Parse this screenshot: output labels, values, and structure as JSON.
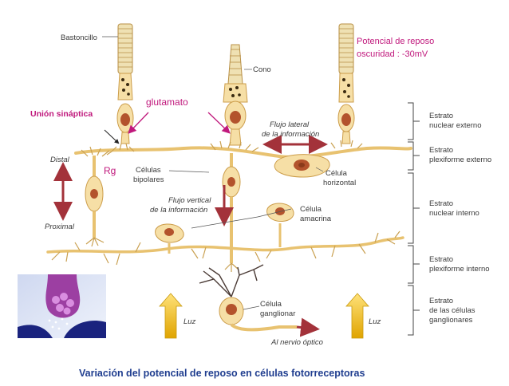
{
  "labels": {
    "rod": "Bastoncillo",
    "cone": "Cono",
    "resting_potential_line1": "Potencial de reposo",
    "resting_potential_line2": "oscuridad : -30mV",
    "glutamate": "glutamato",
    "synaptic_junction": "Unión sináptica",
    "distal": "Distal",
    "proximal": "Proximal",
    "rg": "Rg",
    "bipolar_line1": "Células",
    "bipolar_line2": "bipolares",
    "lateral_flow_line1": "Flujo lateral",
    "lateral_flow_line2": "de la información",
    "horizontal_line1": "Célula",
    "horizontal_line2": "horizontal",
    "vertical_flow_line1": "Flujo vertical",
    "vertical_flow_line2": "de la información",
    "amacrine_line1": "Célula",
    "amacrine_line2": "amacrina",
    "ganglion_line1": "Célula",
    "ganglion_line2": "ganglionar",
    "optic_nerve": "Al nervio óptico",
    "light_left": "Luz",
    "light_right": "Luz",
    "caption": "Variación del potencial de reposo en células fotorreceptoras"
  },
  "layers": [
    {
      "line1": "Estrato",
      "line2": "nuclear externo",
      "line3": ""
    },
    {
      "line1": "Estrato",
      "line2": "plexiforme externo",
      "line3": ""
    },
    {
      "line1": "Estrato",
      "line2": "nuclear interno",
      "line3": ""
    },
    {
      "line1": "Estrato",
      "line2": "plexiforme interno",
      "line3": ""
    },
    {
      "line1": "Estrato",
      "line2": "de las células",
      "line3": "ganglionares"
    }
  ],
  "colors": {
    "cell_fill": "#f6dfa6",
    "cell_outline": "#cc9d4a",
    "nucleus": "#b3532c",
    "annotation": "#c0187c",
    "arrow_dark": "#a3323a",
    "caption_blue": "#1f3d8f",
    "light_arrow": "#f2c218",
    "rod_segment": "#efe1b3"
  }
}
